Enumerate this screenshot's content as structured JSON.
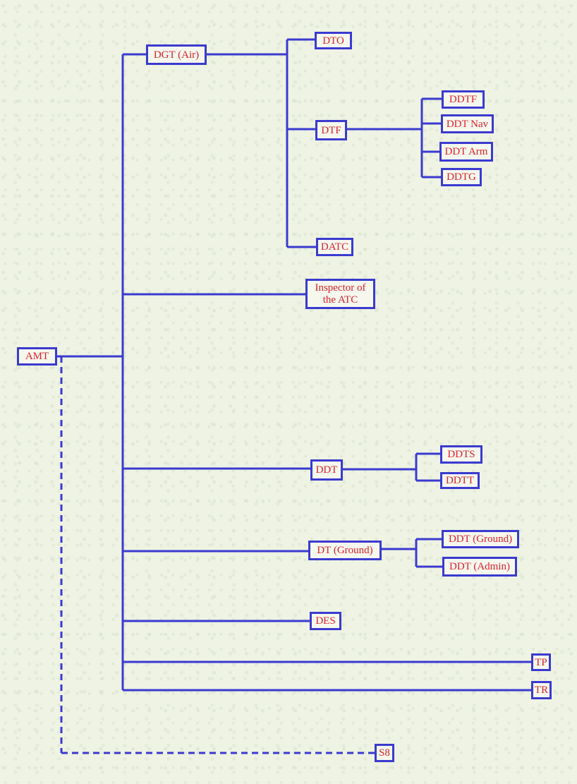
{
  "nodes": {
    "amt": "AMT",
    "dgt_air": "DGT (Air)",
    "dto": "DTO",
    "dtf": "DTF",
    "ddtf": "DDTF",
    "ddt_nav": "DDT Nav",
    "ddt_arm": "DDT Arm",
    "ddtg": "DDTG",
    "datc": "DATC",
    "inspector_atc": "Inspector of the ATC",
    "ddt": "DDT",
    "ddts": "DDTS",
    "ddtt": "DDTT",
    "dt_ground": "DT (Ground)",
    "ddt_ground": "DDT (Ground)",
    "ddt_admin": "DDT (Admin)",
    "des": "DES",
    "tp": "TP",
    "tr": "TR",
    "s8": "S8"
  },
  "colors": {
    "line": "#3a3ad0",
    "text": "#e0202a",
    "background": "#eef3e3"
  },
  "links": {
    "solid": [
      [
        "amt",
        "dgt_air"
      ],
      [
        "amt",
        "inspector_atc"
      ],
      [
        "amt",
        "ddt"
      ],
      [
        "amt",
        "dt_ground"
      ],
      [
        "amt",
        "des"
      ],
      [
        "amt",
        "tp"
      ],
      [
        "amt",
        "tr"
      ],
      [
        "dgt_air",
        "dto"
      ],
      [
        "dgt_air",
        "dtf"
      ],
      [
        "dgt_air",
        "datc"
      ],
      [
        "dtf",
        "ddtf"
      ],
      [
        "dtf",
        "ddt_nav"
      ],
      [
        "dtf",
        "ddt_arm"
      ],
      [
        "dtf",
        "ddtg"
      ],
      [
        "ddt",
        "ddts"
      ],
      [
        "ddt",
        "ddtt"
      ],
      [
        "dt_ground",
        "ddt_ground"
      ],
      [
        "dt_ground",
        "ddt_admin"
      ]
    ],
    "dashed": [
      [
        "amt",
        "s8"
      ]
    ]
  }
}
